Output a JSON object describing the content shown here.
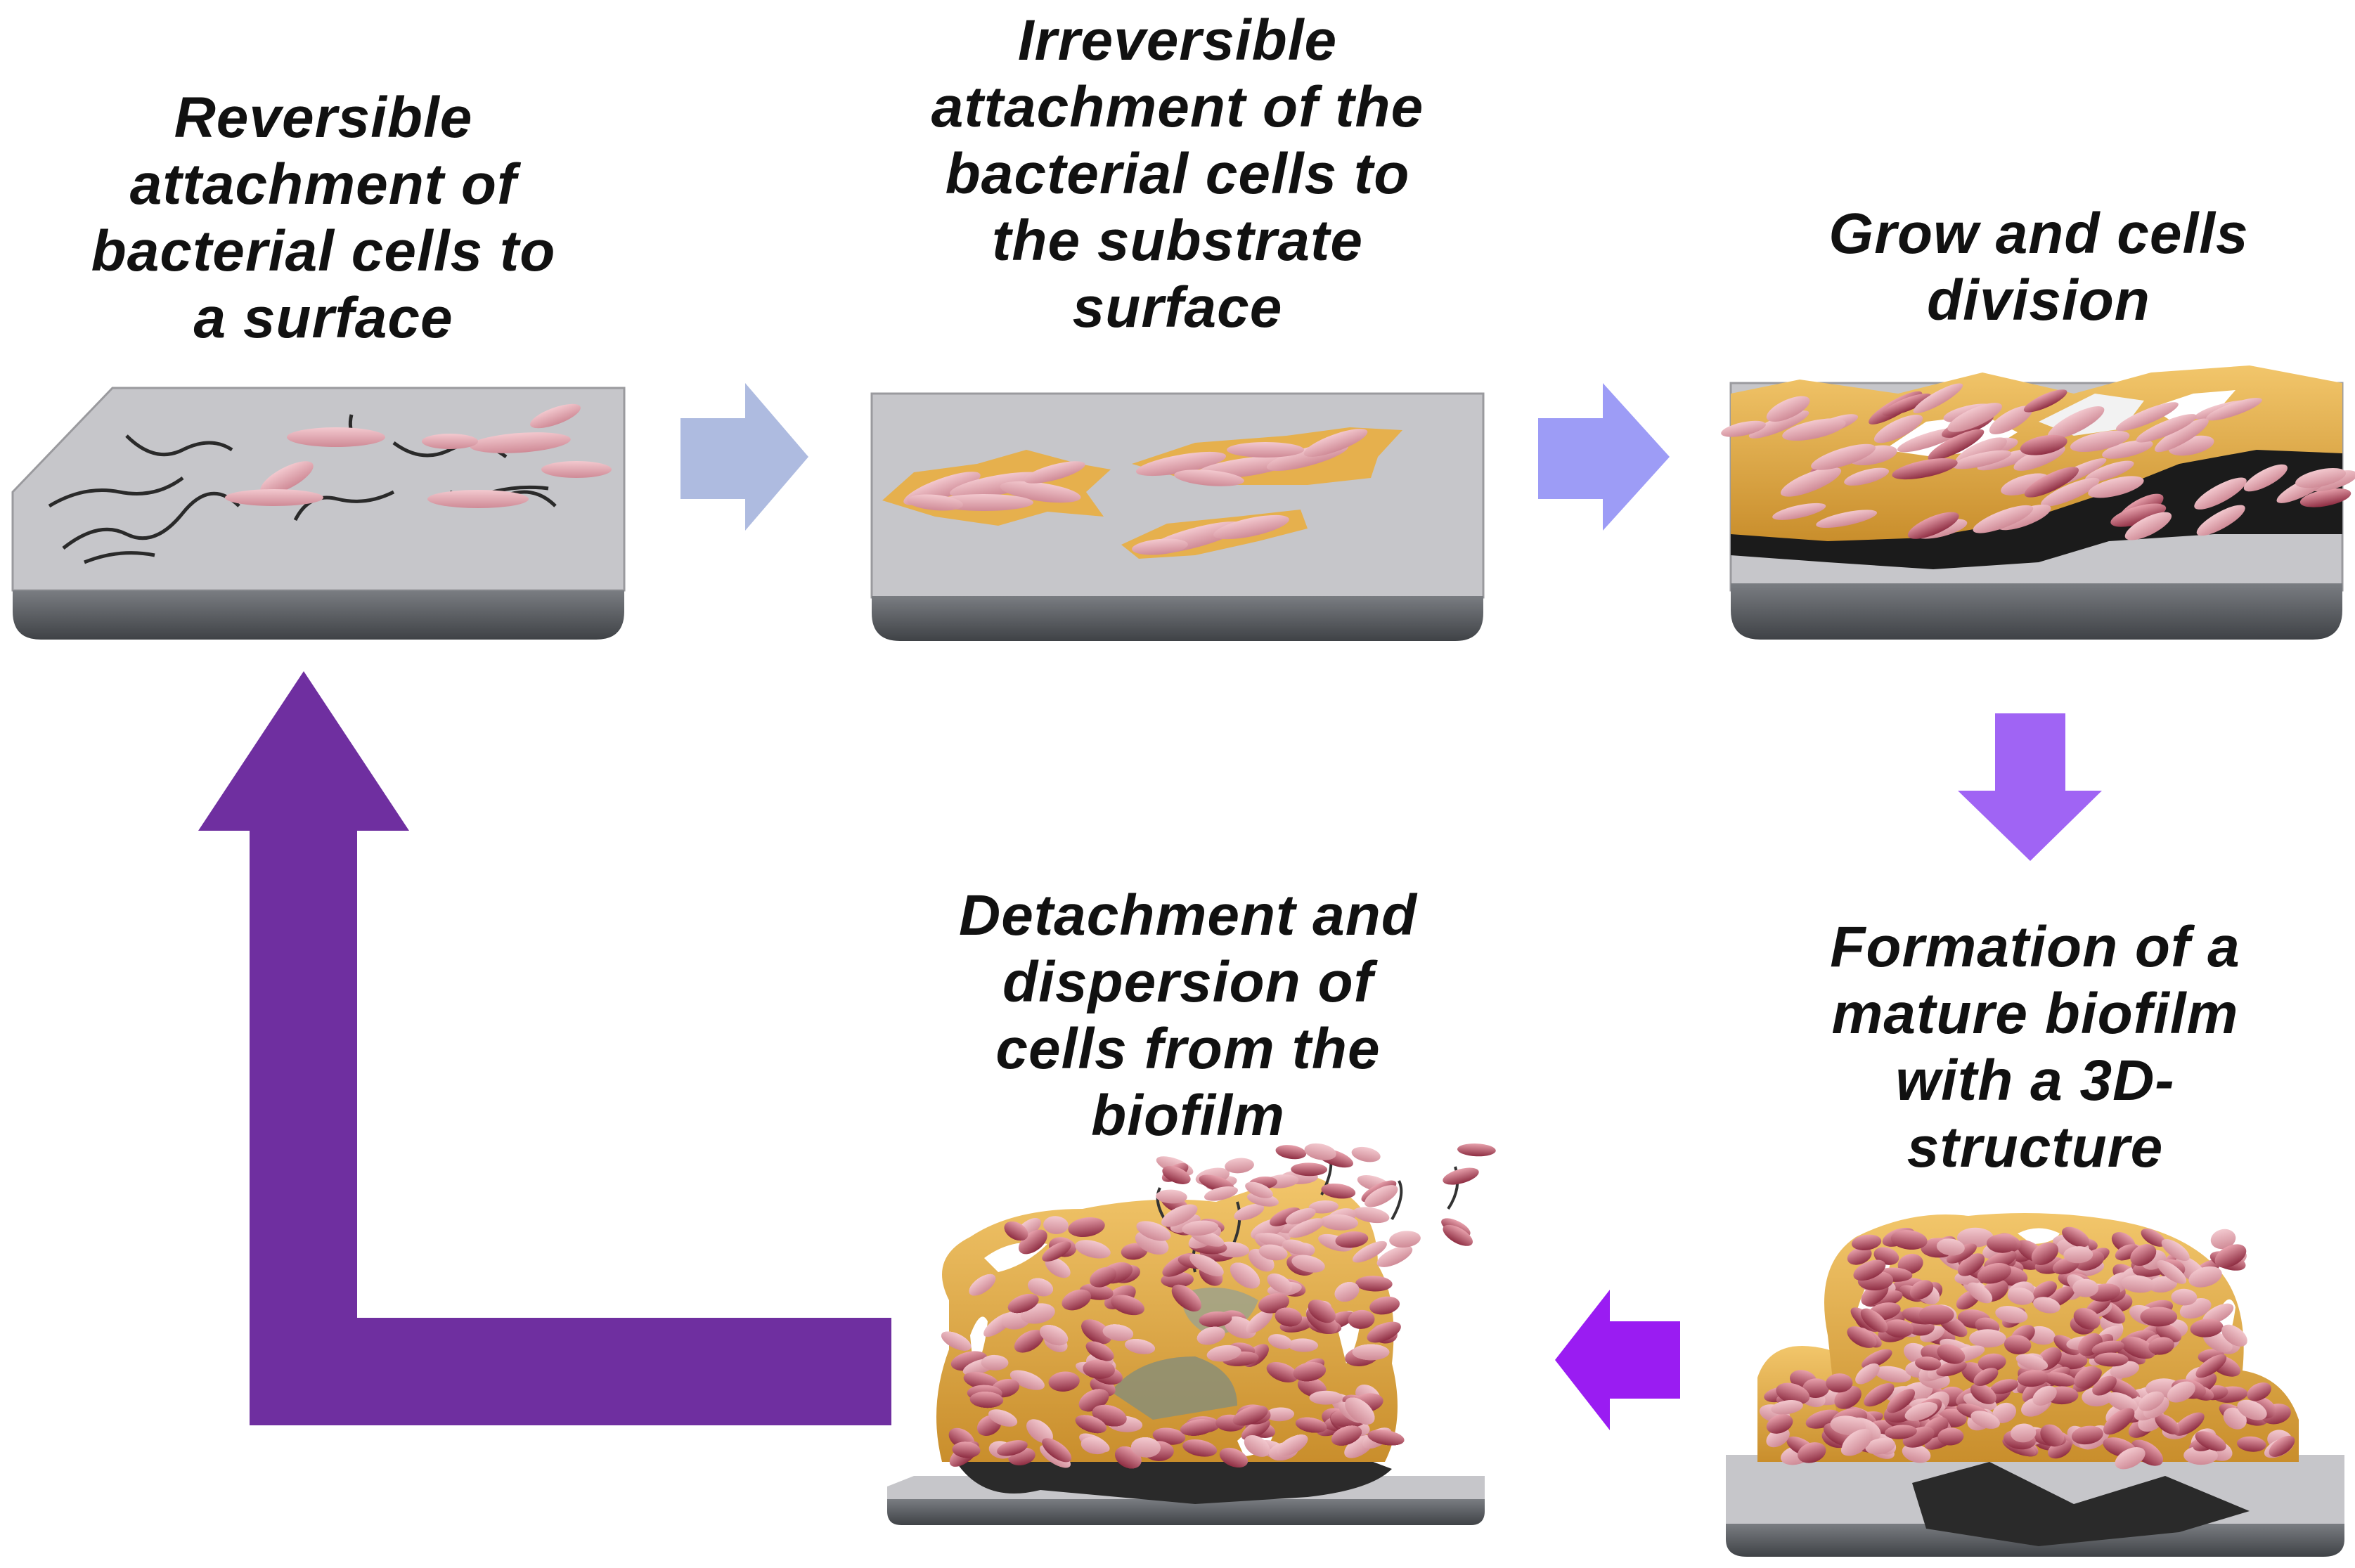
{
  "colors": {
    "arrow_light": "#aebbe0",
    "arrow_medium": "#9d9cf6",
    "arrow_violet": "#a064f4",
    "arrow_bright": "#9a1cf2",
    "arrow_cycle": "#6f2fa0",
    "substrate_top": "#c4c4c8",
    "substrate_edge": "#55585c",
    "matrix": "#e3ad4a",
    "cell": "#e2a0ab",
    "cell_dark": "#b04a5e",
    "flagellum": "#2a2a2a"
  },
  "stages": [
    {
      "id": "reversible",
      "lines": [
        "Reversible",
        "attachment of",
        "bacterial cells to",
        "a surface"
      ]
    },
    {
      "id": "irreversible",
      "lines": [
        "Irreversible",
        "attachment of the",
        "bacterial cells to",
        "the substrate",
        "surface"
      ]
    },
    {
      "id": "growth",
      "lines": [
        "Grow and cells",
        "division"
      ]
    },
    {
      "id": "mature",
      "lines": [
        "Formation of a",
        "mature biofilm",
        "with a 3D-",
        "structure"
      ]
    },
    {
      "id": "dispersion",
      "lines": [
        "Detachment and",
        "dispersion of",
        "cells from the",
        "biofilm"
      ]
    }
  ]
}
